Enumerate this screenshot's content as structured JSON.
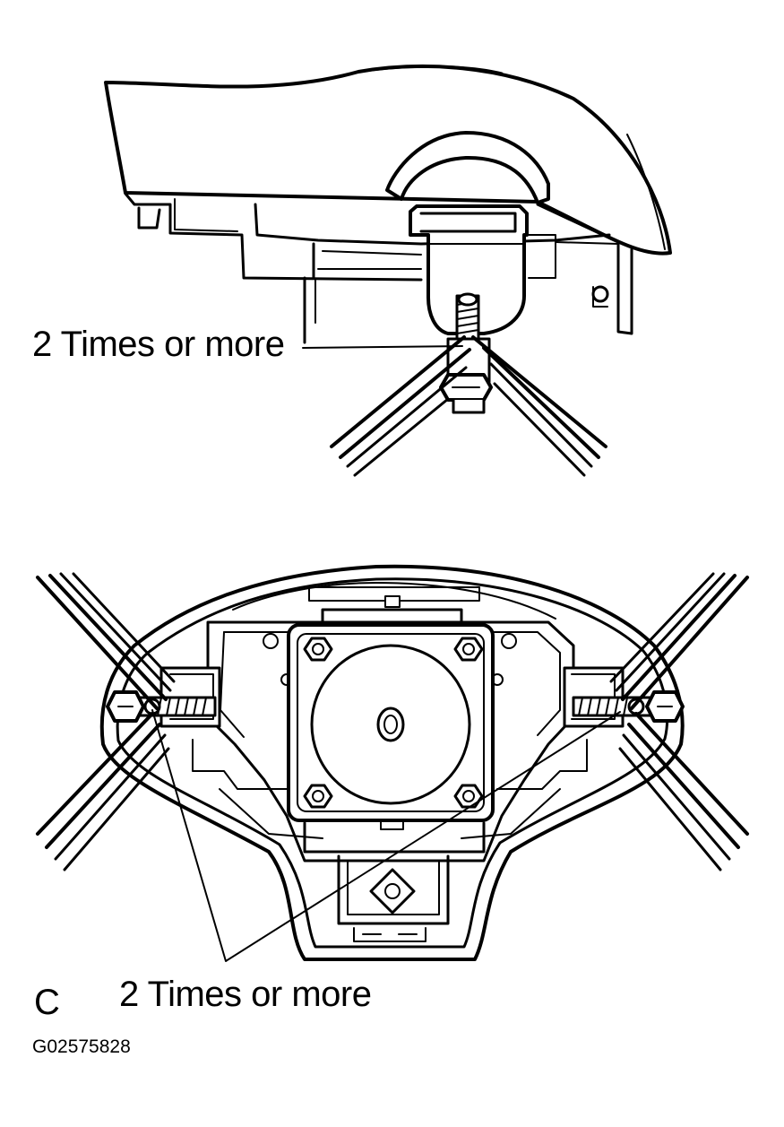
{
  "figure": {
    "top_view": {
      "callout_label": "2 Times or more"
    },
    "bottom_view": {
      "callout_label": "2 Times or more",
      "view_letter": "C"
    },
    "figure_code": "G02575828"
  },
  "colors": {
    "line": "#000000",
    "background": "#ffffff"
  }
}
